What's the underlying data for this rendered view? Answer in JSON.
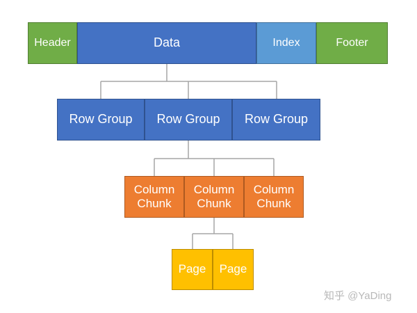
{
  "file_layout": {
    "header": "Header",
    "data": "Data",
    "index": "Index",
    "footer": "Footer"
  },
  "row_groups": [
    "Row Group",
    "Row Group",
    "Row Group"
  ],
  "column_chunks": [
    "Column\nChunk",
    "Column\nChunk",
    "Column\nChunk"
  ],
  "pages": [
    "Page",
    "Page"
  ],
  "watermark": "知乎 @YaDing",
  "colors": {
    "green": "#70ad47",
    "blue": "#4472c4",
    "light_blue": "#5b9bd5",
    "orange": "#ed7d31",
    "yellow": "#ffc000",
    "connector": "#a5a5a5"
  }
}
